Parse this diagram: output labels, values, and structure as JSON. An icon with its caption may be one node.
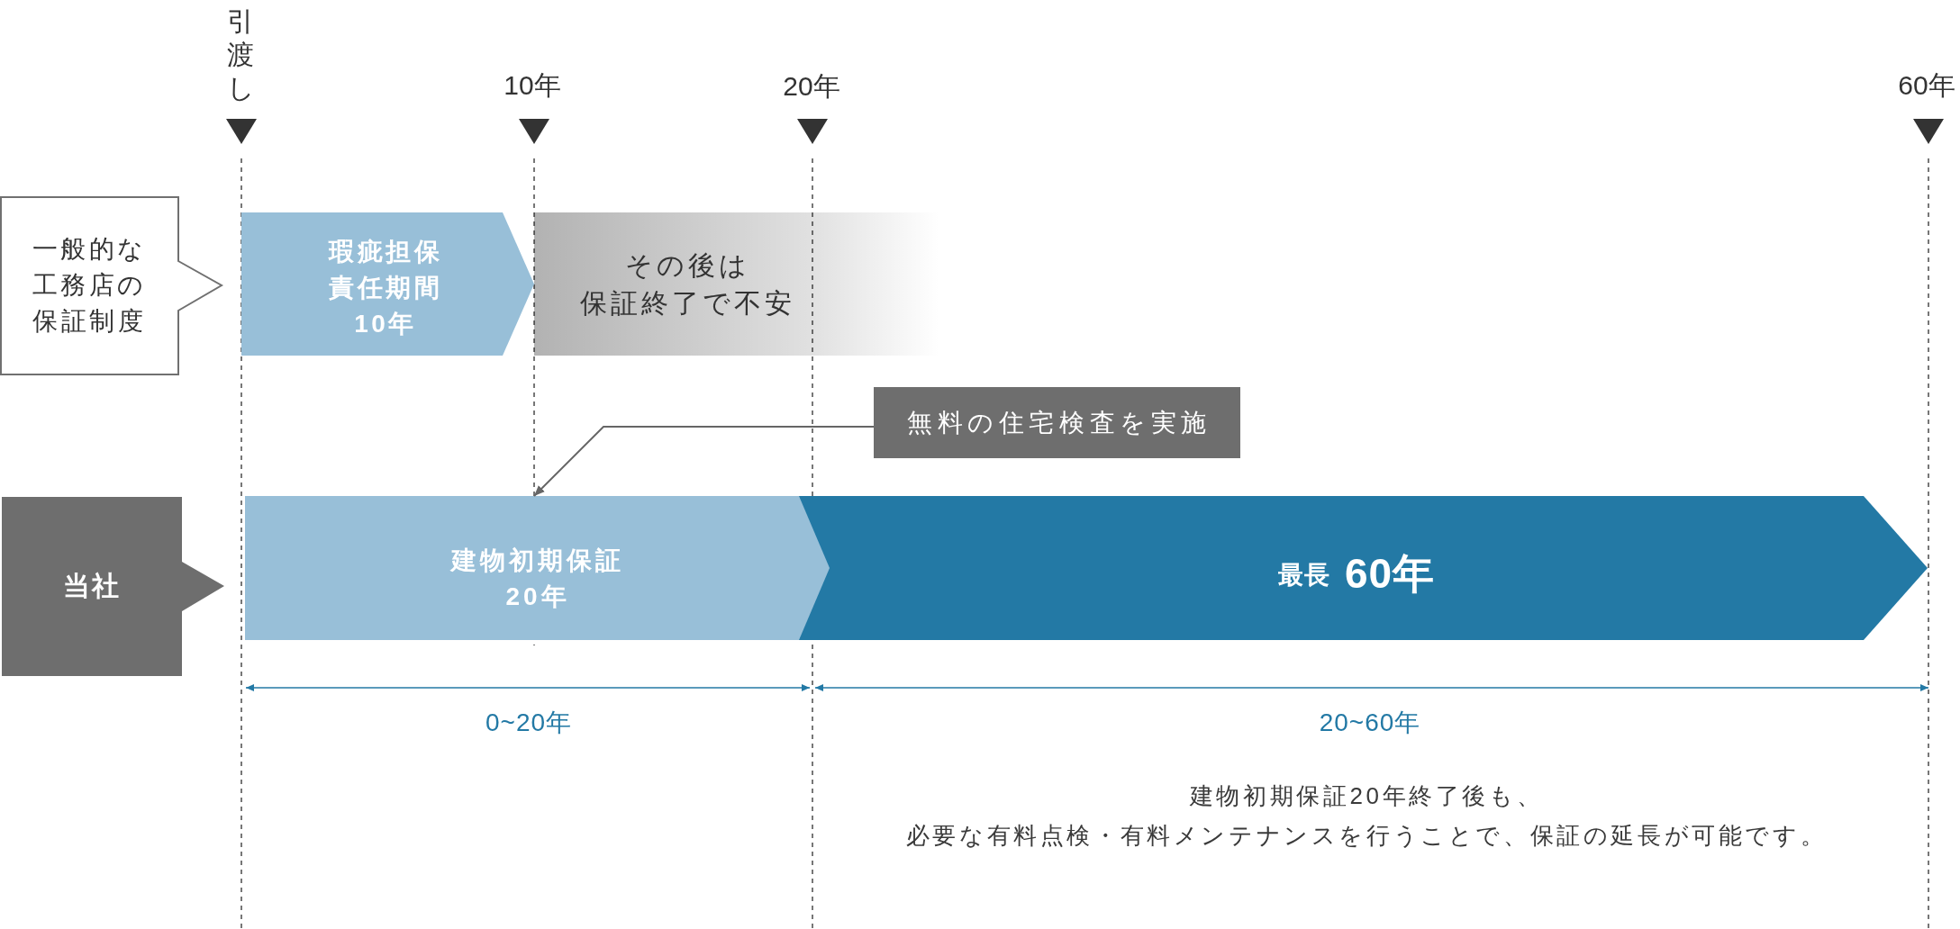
{
  "diagram": {
    "nodes": [
      {
        "text": [
          "一般的な工務店の保証制度"
        ]
      },
      {
        "text": [
          "瑕疵担保責任期間10年"
        ]
      },
      {
        "text": [
          "その後は保証終了で不安"
        ]
      },
      {
        "text": [
          "無料の住宅検査を実施"
        ]
      },
      {
        "text": [
          "当社"
        ]
      },
      {
        "text": [
          "建物初期保証20年"
        ]
      },
      {
        "text": [
          "最長",
          "60年"
        ]
      }
    ],
    "edges": [
      {
        "from": 3,
        "to": 5,
        "arrow": "to"
      }
    ],
    "labels": [
      "引渡し",
      "10年",
      "20年",
      "60年",
      "0~20年",
      "20~60年",
      "建物初期保証20年終了後も、必要な有料点検・有料メンテナンスを行うことで、保証の延長が可能です。"
    ]
  }
}
